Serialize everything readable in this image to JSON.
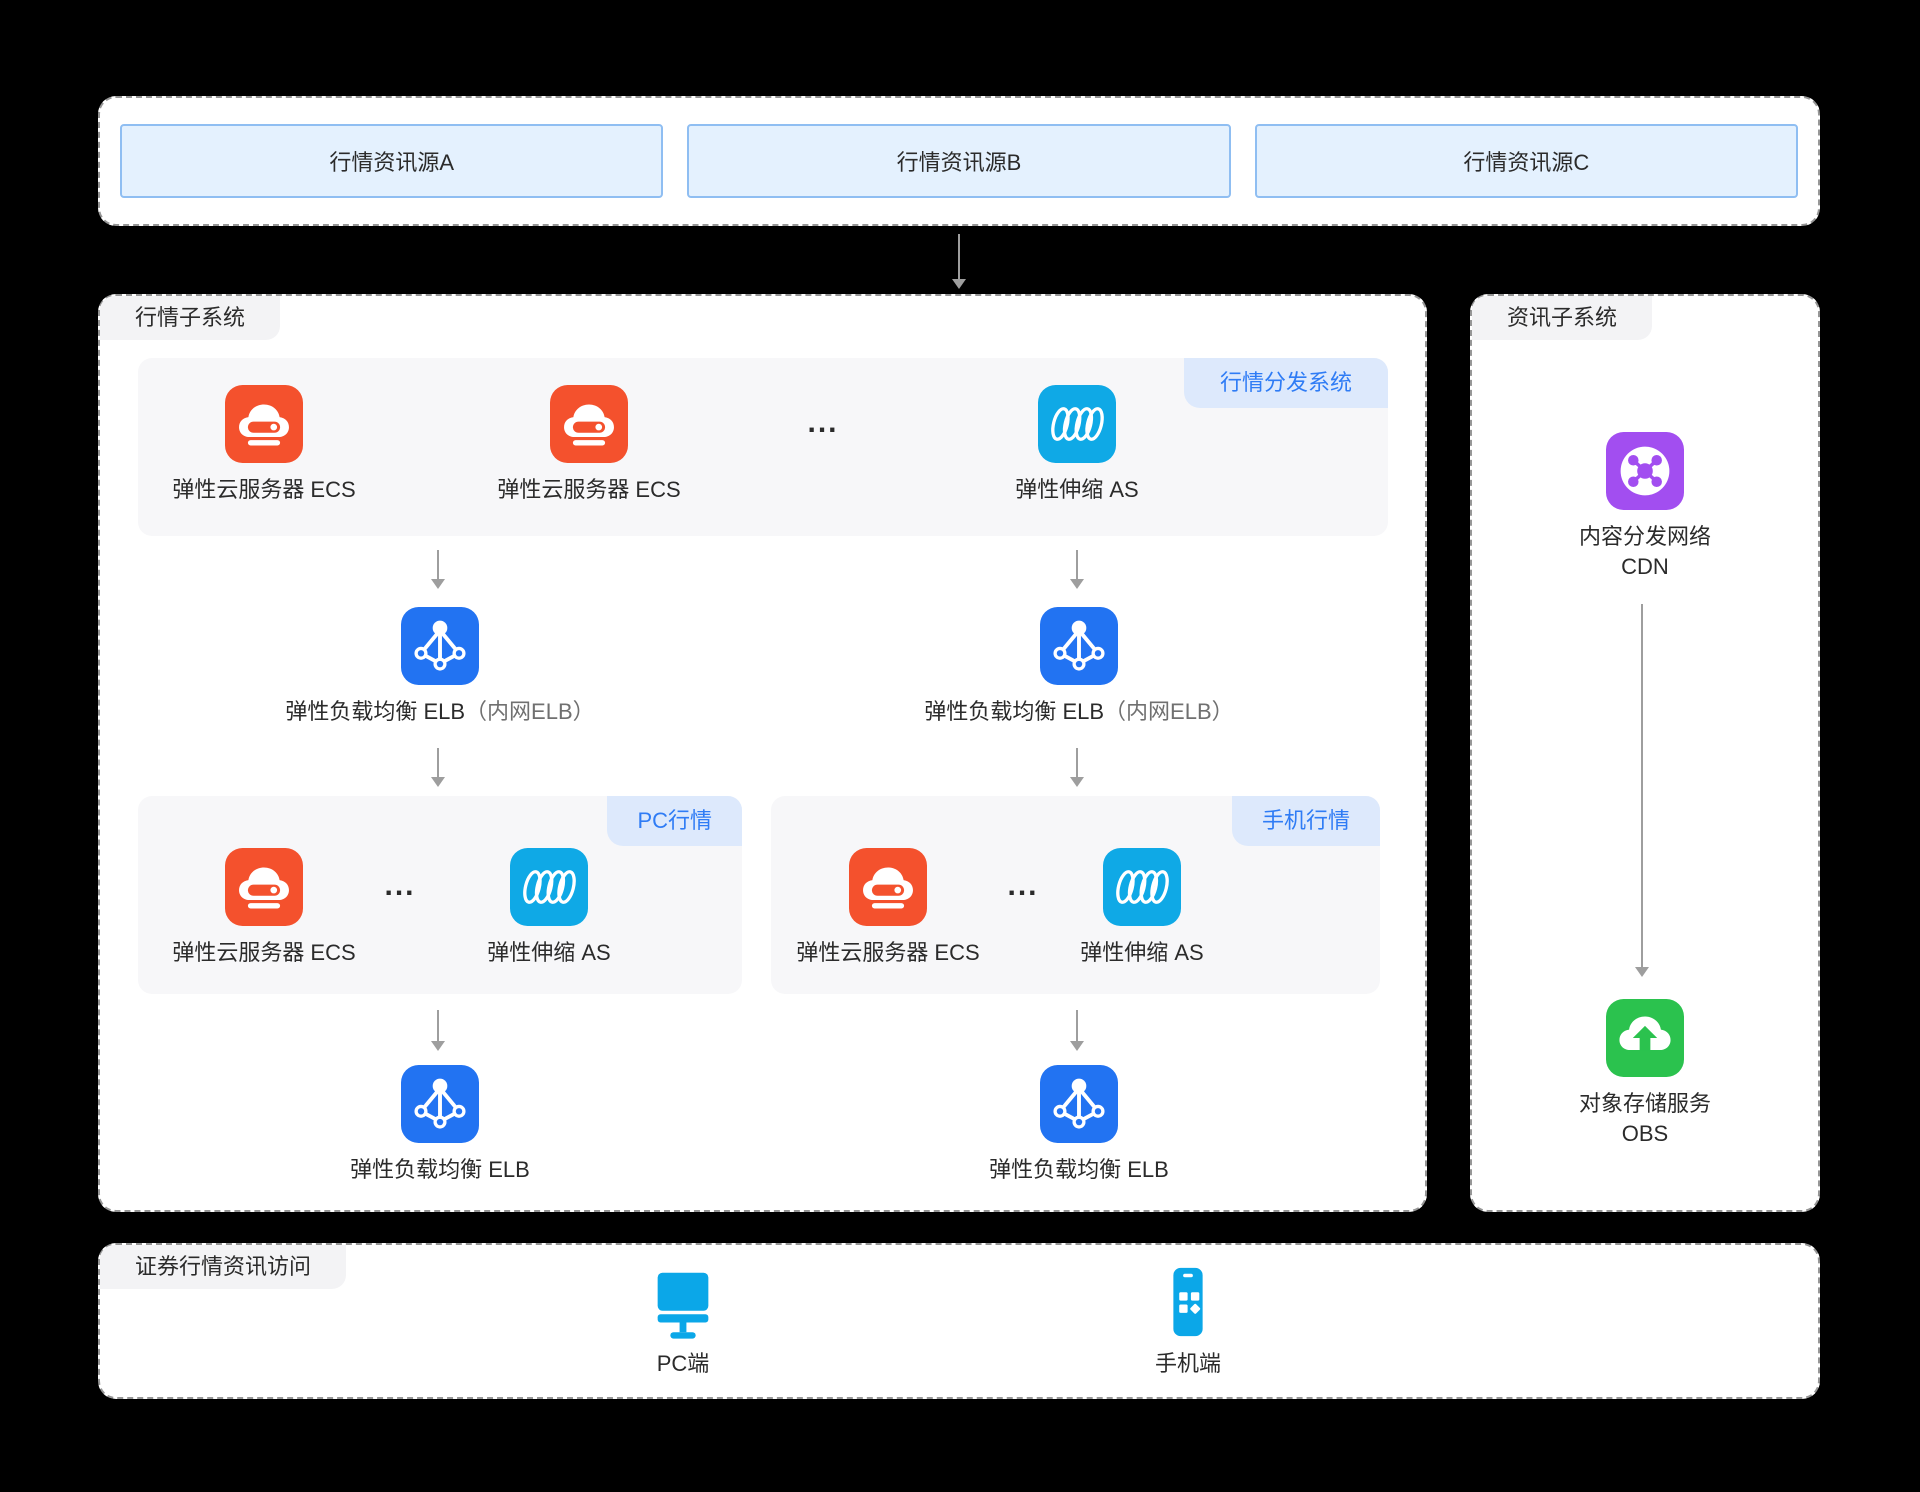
{
  "colors": {
    "page_bg": "#000000",
    "box_bg": "#ffffff",
    "dashed_border": "#969696",
    "panel_bg": "#f7f7f9",
    "tab_bg": "#f3f3f5",
    "badge_bg": "#dde9fc",
    "badge_text": "#2f7cf5",
    "source_fill": "#e4f1fe",
    "source_border": "#8fbef2",
    "text": "#2b2b2b",
    "paren_text": "#707070",
    "arrow": "#9e9e9e",
    "ecs_icon": "#f4512d",
    "as_icon": "#0fa9e6",
    "elb_icon": "#2273f2",
    "cdn_icon": "#a24ef0",
    "obs_icon": "#2bc24e",
    "device_icon": "#0ba7e8"
  },
  "top_sources": {
    "a": "行情资讯源A",
    "b": "行情资讯源B",
    "c": "行情资讯源C"
  },
  "market": {
    "tab": "行情子系统",
    "dist_panel": {
      "badge": "行情分发系统",
      "ecs1": "弹性云服务器 ECS",
      "ecs2": "弹性云服务器 ECS",
      "dots": "...",
      "as1": "弹性伸缩 AS"
    },
    "elb_left": {
      "main": "弹性负载均衡 ELB",
      "paren": "（内网ELB）"
    },
    "elb_right": {
      "main": "弹性负载均衡 ELB",
      "paren": "（内网ELB）"
    },
    "pc_panel": {
      "badge": "PC行情",
      "ecs": "弹性云服务器 ECS",
      "dots": "...",
      "as": "弹性伸缩 AS"
    },
    "mobile_panel": {
      "badge": "手机行情",
      "ecs": "弹性云服务器 ECS",
      "dots": "...",
      "as": "弹性伸缩 AS"
    },
    "elb_bottom_left": "弹性负载均衡 ELB",
    "elb_bottom_right": "弹性负载均衡 ELB"
  },
  "info": {
    "tab": "资讯子系统",
    "cdn_line1": "内容分发网络",
    "cdn_line2": "CDN",
    "obs_line1": "对象存储服务",
    "obs_line2": "OBS"
  },
  "access": {
    "tab": "证券行情资讯访问",
    "pc": "PC端",
    "mobile": "手机端"
  }
}
